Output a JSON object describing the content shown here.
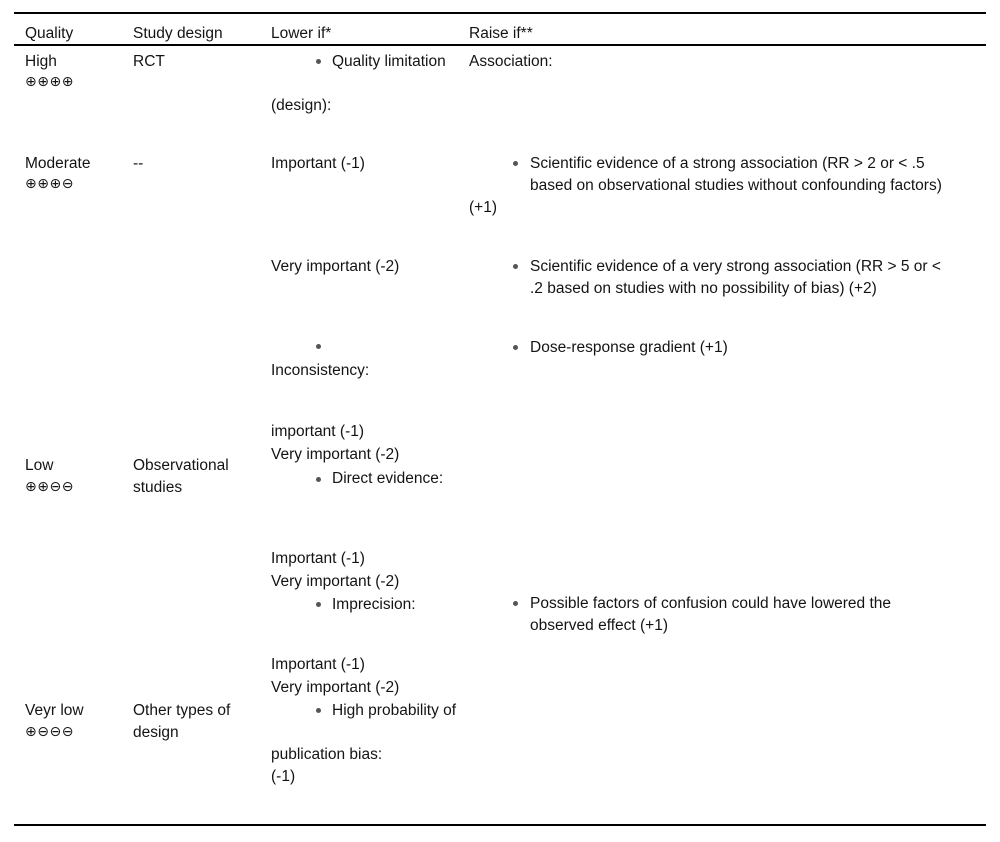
{
  "table": {
    "columns": [
      {
        "id": "quality",
        "label": "Quality"
      },
      {
        "id": "study_design",
        "label": "Study design"
      },
      {
        "id": "lower_if",
        "label": "Lower if*"
      },
      {
        "id": "raise_if",
        "label": "Raise if**"
      }
    ],
    "quality_levels": [
      {
        "name": "High",
        "symbols": "⊕⊕⊕⊕",
        "study_design": "RCT"
      },
      {
        "name": "Moderate",
        "symbols": "⊕⊕⊕⊖",
        "study_design": "--"
      },
      {
        "name": "Low",
        "symbols": "⊕⊕⊖⊖",
        "study_design": "Observational studies"
      },
      {
        "name": "Veyr low",
        "symbols": "⊕⊖⊖⊖",
        "study_design": "Other types of design"
      }
    ],
    "lower_if": {
      "criteria": [
        {
          "bullet": "Quality limitation (design):",
          "bullet_head": "Quality limitation",
          "bullet_tail": "(design):"
        },
        {
          "bullet": "Inconsistency:"
        },
        {
          "bullet": "Direct evidence:",
          "bullet_head": "Direct evidence:"
        },
        {
          "bullet": "Imprecision:"
        },
        {
          "bullet": "High probability of publication bias: (-1)",
          "bullet_head": "High probability of",
          "bullet_tail": "publication bias:",
          "bullet_score": "(-1)"
        }
      ],
      "ratings": {
        "important_cap": "Important (-1)",
        "important_low": "important (-1)",
        "very_important": "Very important (-2)"
      }
    },
    "raise_if": {
      "heading": "Association:",
      "items": [
        {
          "text": "Scientific evidence of a strong association (RR > 2 or < .5 based on observational studies without confounding factors)",
          "line1": "Scientific evidence of a strong association (RR > 2 or < .5",
          "line2": "based on observational studies without confounding factors)",
          "score": "(+1)"
        },
        {
          "text": "Scientific evidence of a very strong association (RR > 5 or < .2 based on studies with no possibility of bias) (+2)",
          "line1": "Scientific evidence of a very strong association (RR > 5 or <",
          "line2": ".2 based on studies with no possibility of bias) (+2)",
          "score": ""
        },
        {
          "text": "Dose-response gradient (+1)",
          "line1": "Dose-response gradient (+1)",
          "line2": "",
          "score": ""
        },
        {
          "text": "Possible factors of confusion could have lowered the observed effect (+1)",
          "line1": "Possible factors of confusion could have lowered the",
          "line2": "observed effect (+1)",
          "score": ""
        }
      ]
    }
  },
  "colors": {
    "rule": "#000000",
    "text": "#141414",
    "bullet": "#555555",
    "background": "#ffffff"
  }
}
